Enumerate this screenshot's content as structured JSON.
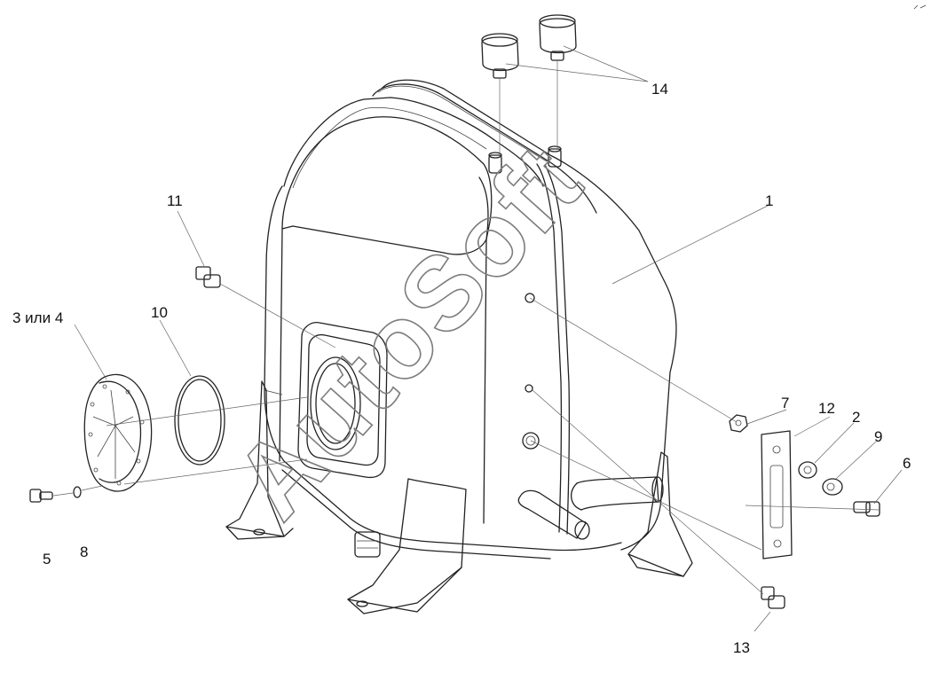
{
  "watermark": "AutoSoft",
  "callouts": {
    "c1": "1",
    "c2": "2",
    "c3": "3 или 4",
    "c5": "5",
    "c6": "6",
    "c7": "7",
    "c8": "8",
    "c9": "9",
    "c10": "10",
    "c11": "11",
    "c12": "12",
    "c13": "13",
    "c14": "14"
  }
}
